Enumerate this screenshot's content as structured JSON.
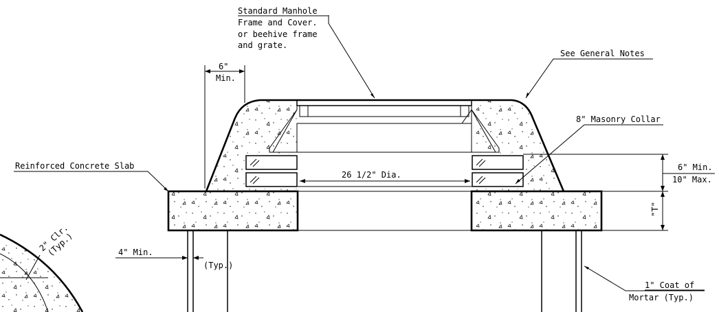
{
  "drawing": {
    "labels": {
      "manhole_line1": "Standard Manhole",
      "manhole_line2": "Frame and Cover.",
      "manhole_line3": "or beehive frame",
      "manhole_line4": "and grate.",
      "general_notes": "See General Notes",
      "six_in": "6\"",
      "min": "Min.",
      "masonry_collar": "8\" Masonry Collar",
      "slab": "Reinforced Concrete Slab",
      "diameter": "26 1/2\" Dia.",
      "collar_min": "6\" Min.",
      "collar_max": "10\" Max.",
      "thickness": "\"T\"",
      "four_in_min": "4\" Min.",
      "typ": "(Typ.)",
      "clear_2in": "2\" Clr.",
      "clear_typ": "(Typ.)",
      "mortar_line1": "1\" Coat of",
      "mortar_line2": "Mortar (Typ.)"
    }
  }
}
